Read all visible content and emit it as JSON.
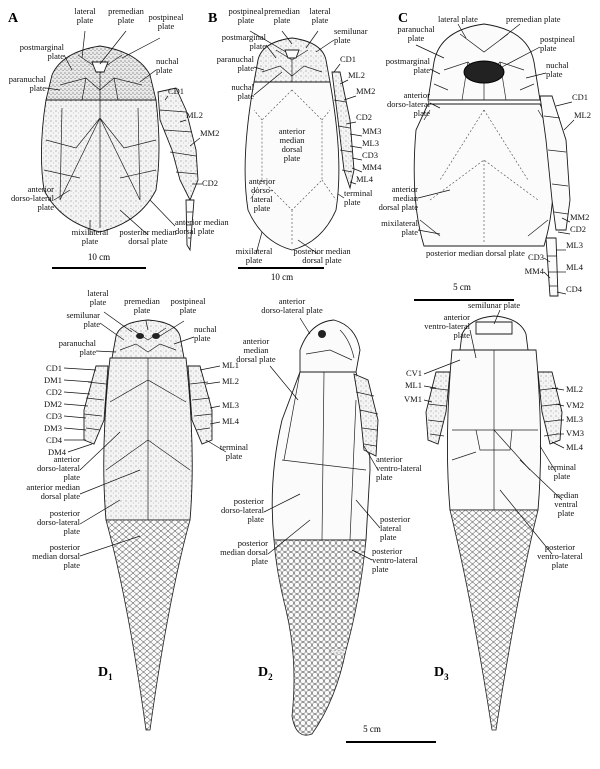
{
  "panels": {
    "A": {
      "letter": "A",
      "scale_bar": "10 cm",
      "labels": {
        "lateral_plate": [
          "lateral",
          "plate"
        ],
        "premedian_plate": [
          "premedian",
          "plate"
        ],
        "postpineal_plate": [
          "postpineal",
          "plate"
        ],
        "postmarginal_plate": [
          "postmarginal",
          "plate"
        ],
        "nuchal_plate": [
          "nuchal",
          "plate"
        ],
        "paranuchal_plate": [
          "paranuchal",
          "plate"
        ],
        "cd1": "CD1",
        "ml2": "ML2",
        "mm2": "MM2",
        "cd2": "CD2",
        "anterior_dorso_lateral_plate": [
          "anterior",
          "dorso-lateral",
          "plate"
        ],
        "mixilateral_plate": [
          "mixilateral",
          "plate"
        ],
        "posterior_median_dorsal_plate": [
          "posterior median",
          "dorsal plate"
        ],
        "anterior_median_dorsal_plate": [
          "anterior median",
          "dorsal plate"
        ]
      }
    },
    "B": {
      "letter": "B",
      "scale_bar": "10 cm",
      "labels": {
        "postpineal_plate": [
          "postpineal",
          "plate"
        ],
        "premedian_plate": [
          "premedian",
          "plate"
        ],
        "lateral_plate": [
          "lateral",
          "plate"
        ],
        "postmarginal_plate": [
          "postmarginal",
          "plate"
        ],
        "semilunar_plate": [
          "semilunar",
          "plate"
        ],
        "paranuchal_plate": [
          "paranuchal",
          "plate"
        ],
        "cd1": "CD1",
        "ml2": "ML2",
        "nuchal_plate": [
          "nuchal",
          "plate"
        ],
        "mm2": "MM2",
        "anterior_median_dorsal_plate": [
          "anterior",
          "median",
          "dorsal",
          "plate"
        ],
        "cd2": "CD2",
        "mm3": "MM3",
        "ml3": "ML3",
        "cd3": "CD3",
        "mm4": "MM4",
        "ml4": "ML4",
        "anterior_dorso_lateral_plate": [
          "anterior",
          "dorso-",
          "lateral",
          "plate"
        ],
        "terminal_plate": [
          "terminal",
          "plate"
        ],
        "mixilateral_plate": [
          "mixilateral",
          "plate"
        ],
        "posterior_median_dorsal_plate": [
          "posterior median",
          "dorsal plate"
        ]
      }
    },
    "C": {
      "letter": "C",
      "scale_bar": "5 cm",
      "labels": {
        "paranuchal_plate": [
          "paranuchal",
          "plate"
        ],
        "lateral_plate": "lateral plate",
        "premedian_plate": "premedian plate",
        "postpineal_plate": [
          "postpineal",
          "plate"
        ],
        "postmarginal_plate": [
          "postmarginal",
          "plate"
        ],
        "nuchal_plate": [
          "nuchal",
          "plate"
        ],
        "anterior_dorso_lateral_plate": [
          "anterior",
          "dorso-lateral",
          "plate"
        ],
        "cd1": "CD1",
        "ml2": "ML2",
        "anterior_median_dorsal_plate": [
          "anterior",
          "median",
          "dorsal plate"
        ],
        "mixilateral_plate": [
          "mixilateral",
          "plate"
        ],
        "mm2": "MM2",
        "cd2": "CD2",
        "posterior_median_dorsal_plate": "posterior median dorsal plate",
        "ml3": "ML3",
        "cd3": "CD3",
        "ml4": "ML4",
        "mm4": "MM4",
        "cd4": "CD4"
      }
    },
    "D1": {
      "letter": "D",
      "subscript": "1",
      "labels": {
        "lateral_plate": [
          "lateral",
          "plate"
        ],
        "premedian_plate": [
          "premedian",
          "plate"
        ],
        "postpineal_plate": [
          "postpineal",
          "plate"
        ],
        "semilunar_plate": [
          "semilunar",
          "plate"
        ],
        "nuchal_plate": [
          "nuchal",
          "plate"
        ],
        "paranuchal_plate": [
          "paranuchal",
          "plate"
        ],
        "cd1": "CD1",
        "dm1": "DM1",
        "cd2": "CD2",
        "dm2": "DM2",
        "cd3": "CD3",
        "dm3": "DM3",
        "cd4": "CD4",
        "dm4": "DM4",
        "ml1": "ML1",
        "ml2": "ML2",
        "ml3": "ML3",
        "ml4": "ML4",
        "terminal_plate": [
          "terminal",
          "plate"
        ],
        "anterior_dorso_lateral_plate": [
          "anterior",
          "dorso-lateral",
          "plate"
        ],
        "anterior_median_dorsal_plate": [
          "anterior median",
          "dorsal plate"
        ],
        "posterior_dorso_lateral_plate": [
          "posterior",
          "dorso-lateral",
          "plate"
        ],
        "posterior_median_dorsal_plate": [
          "posterior",
          "median dorsal",
          "plate"
        ]
      }
    },
    "D2": {
      "letter": "D",
      "subscript": "2",
      "labels": {
        "anterior_dorso_lateral_plate": [
          "anterior",
          "dorso-lateral plate"
        ],
        "anterior_median_dorsal_plate": [
          "anterior",
          "median",
          "dorsal plate"
        ],
        "anterior_ventro_lateral_plate": [
          "anterior",
          "ventro-lateral",
          "plate"
        ],
        "posterior_dorso_lateral_plate": [
          "posterior",
          "dorso-lateral",
          "plate"
        ],
        "posterior_lateral_plate": [
          "posterior",
          "lateral",
          "plate"
        ],
        "posterior_median_dorsal_plate": [
          "posterior",
          "median dorsal",
          "plate"
        ],
        "posterior_ventro_lateral_plate": [
          "posterior",
          "ventro-lateral",
          "plate"
        ]
      }
    },
    "D3": {
      "letter": "D",
      "subscript": "3",
      "labels": {
        "semilunar_plate": "semilunar plate",
        "anterior_ventro_lateral_plate": [
          "anterior",
          "ventro-lateral",
          "plate"
        ],
        "cv1": "CV1",
        "ml1": "ML1",
        "vm1": "VM1",
        "ml2": "ML2",
        "vm2": "VM2",
        "ml3": "ML3",
        "vm3": "VM3",
        "ml4": "ML4",
        "terminal_plate": [
          "terminal",
          "plate"
        ],
        "median_ventral_plate": [
          "median",
          "ventral",
          "plate"
        ],
        "posterior_ventro_lateral_plate": [
          "posterior",
          "ventro-lateral",
          "plate"
        ]
      }
    },
    "D_scale_bar": "5 cm"
  }
}
